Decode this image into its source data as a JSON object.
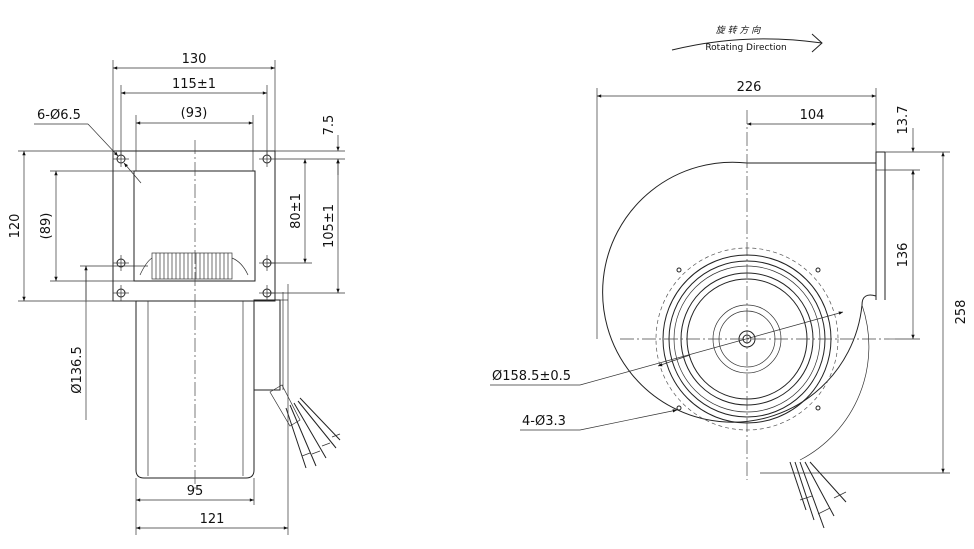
{
  "side_view": {
    "dim_overall_width": "130",
    "dim_hole_spacing_width": "115±1",
    "dim_opening_width": "(93)",
    "dim_top_offset": "7.5",
    "dim_mount_hole": "6-Ø6.5",
    "dim_overall_height": "120",
    "dim_opening_height": "(89)",
    "dim_hole_spacing_80": "80±1",
    "dim_hole_spacing_105": "105±1",
    "dim_housing_diameter": "Ø136.5",
    "dim_inner_width": "95",
    "dim_total_width": "121"
  },
  "front_view": {
    "rotation_label_cn": "旋 转 方 向",
    "rotation_label_en": "Rotating Direction",
    "dim_total_width": "226",
    "dim_outlet_offset": "104",
    "dim_flange_offset": "13.7",
    "dim_outlet_height": "136",
    "dim_total_height": "258",
    "dim_bolt_circle": "Ø158.5±0.5",
    "dim_motor_holes": "4-Ø3.3"
  }
}
